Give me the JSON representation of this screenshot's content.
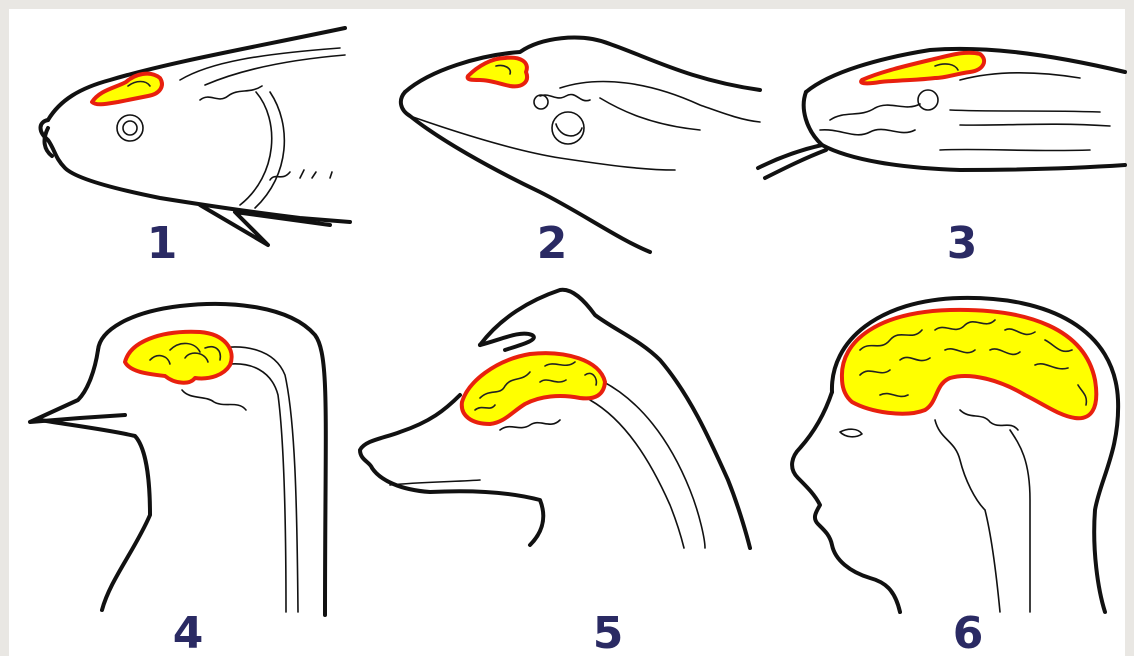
{
  "panels": [
    {
      "label": "1"
    },
    {
      "label": "2"
    },
    {
      "label": "3"
    },
    {
      "label": "4"
    },
    {
      "label": "5"
    },
    {
      "label": "6"
    }
  ],
  "colors": {
    "brain_fill": "#ffff00",
    "brain_outline": "#e8200e",
    "label": "#2a2a63",
    "frame": "#e9e7e3"
  }
}
